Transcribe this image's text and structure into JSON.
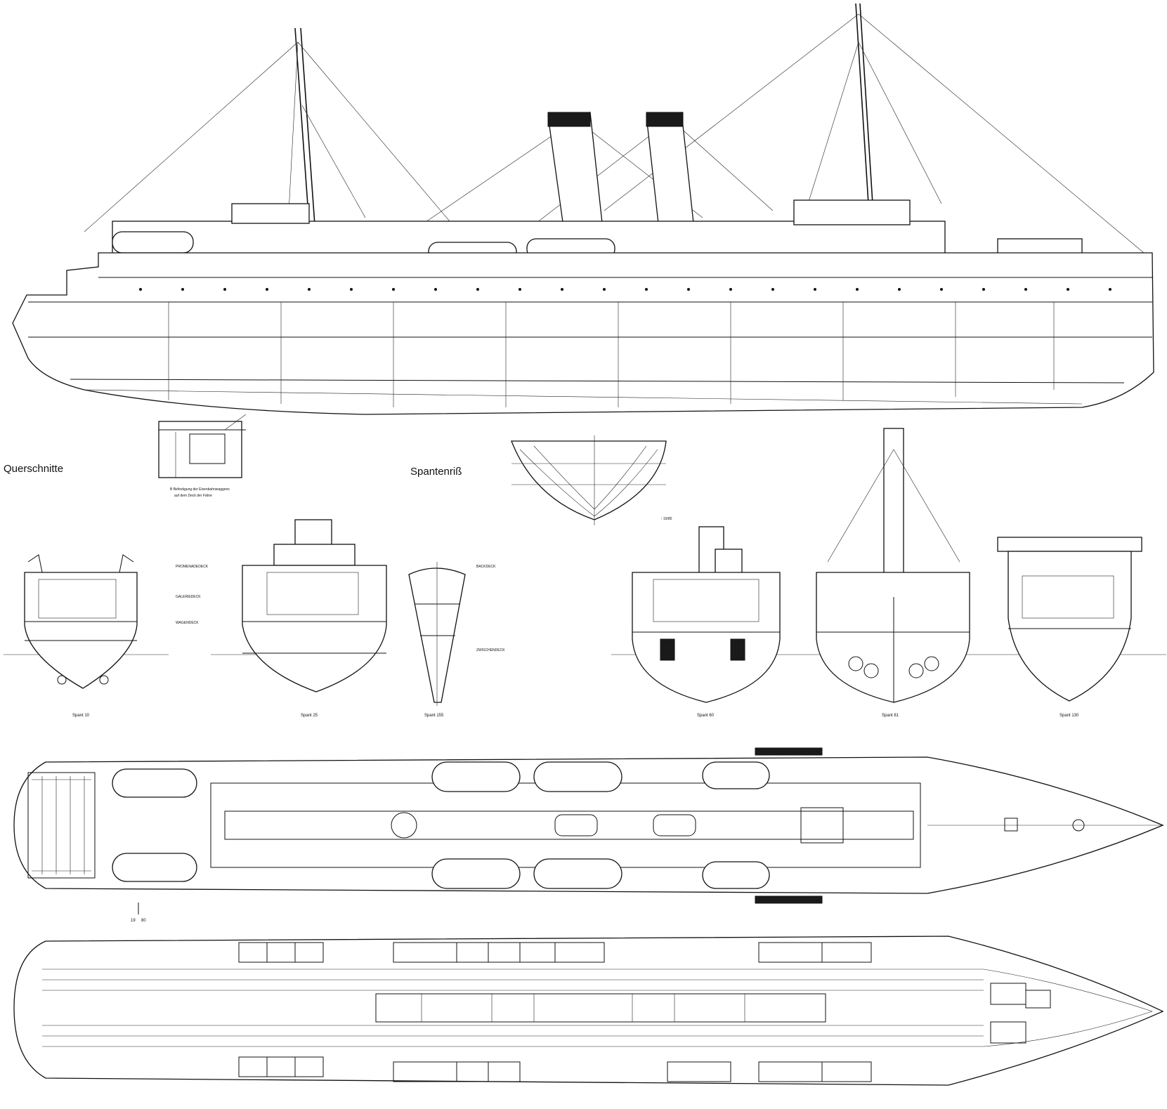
{
  "labels": {
    "cross_sections": "Querschnitte",
    "body_plan": "Spantenriß"
  },
  "deck_names": {
    "promenade": "PROMENADEDECK",
    "gallery": "GALERIEDECK",
    "wagon": "WAGENDECK",
    "forecastle": "BACKDECK",
    "between": "ZWISCHENDECK"
  },
  "frames": {
    "f1": "Spant 10",
    "f2": "Spant 25",
    "f3": "Spant 155",
    "f4": "Spant 60",
    "f5": "Spant 81",
    "f6": "Spant 130"
  },
  "detail_caption": {
    "line1": "B Befestigung der Eisenbahnwaggons",
    "line2": "auf dem Deck der Fähre"
  },
  "scale_mark": {
    "top": "19",
    "bottom": "80"
  }
}
